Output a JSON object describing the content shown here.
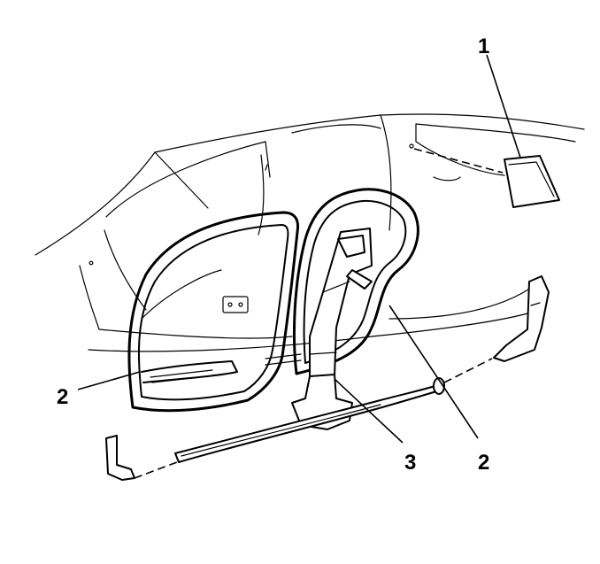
{
  "callouts": {
    "c1": "1",
    "c2_left": "2",
    "c3": "3",
    "c2_right": "2"
  }
}
